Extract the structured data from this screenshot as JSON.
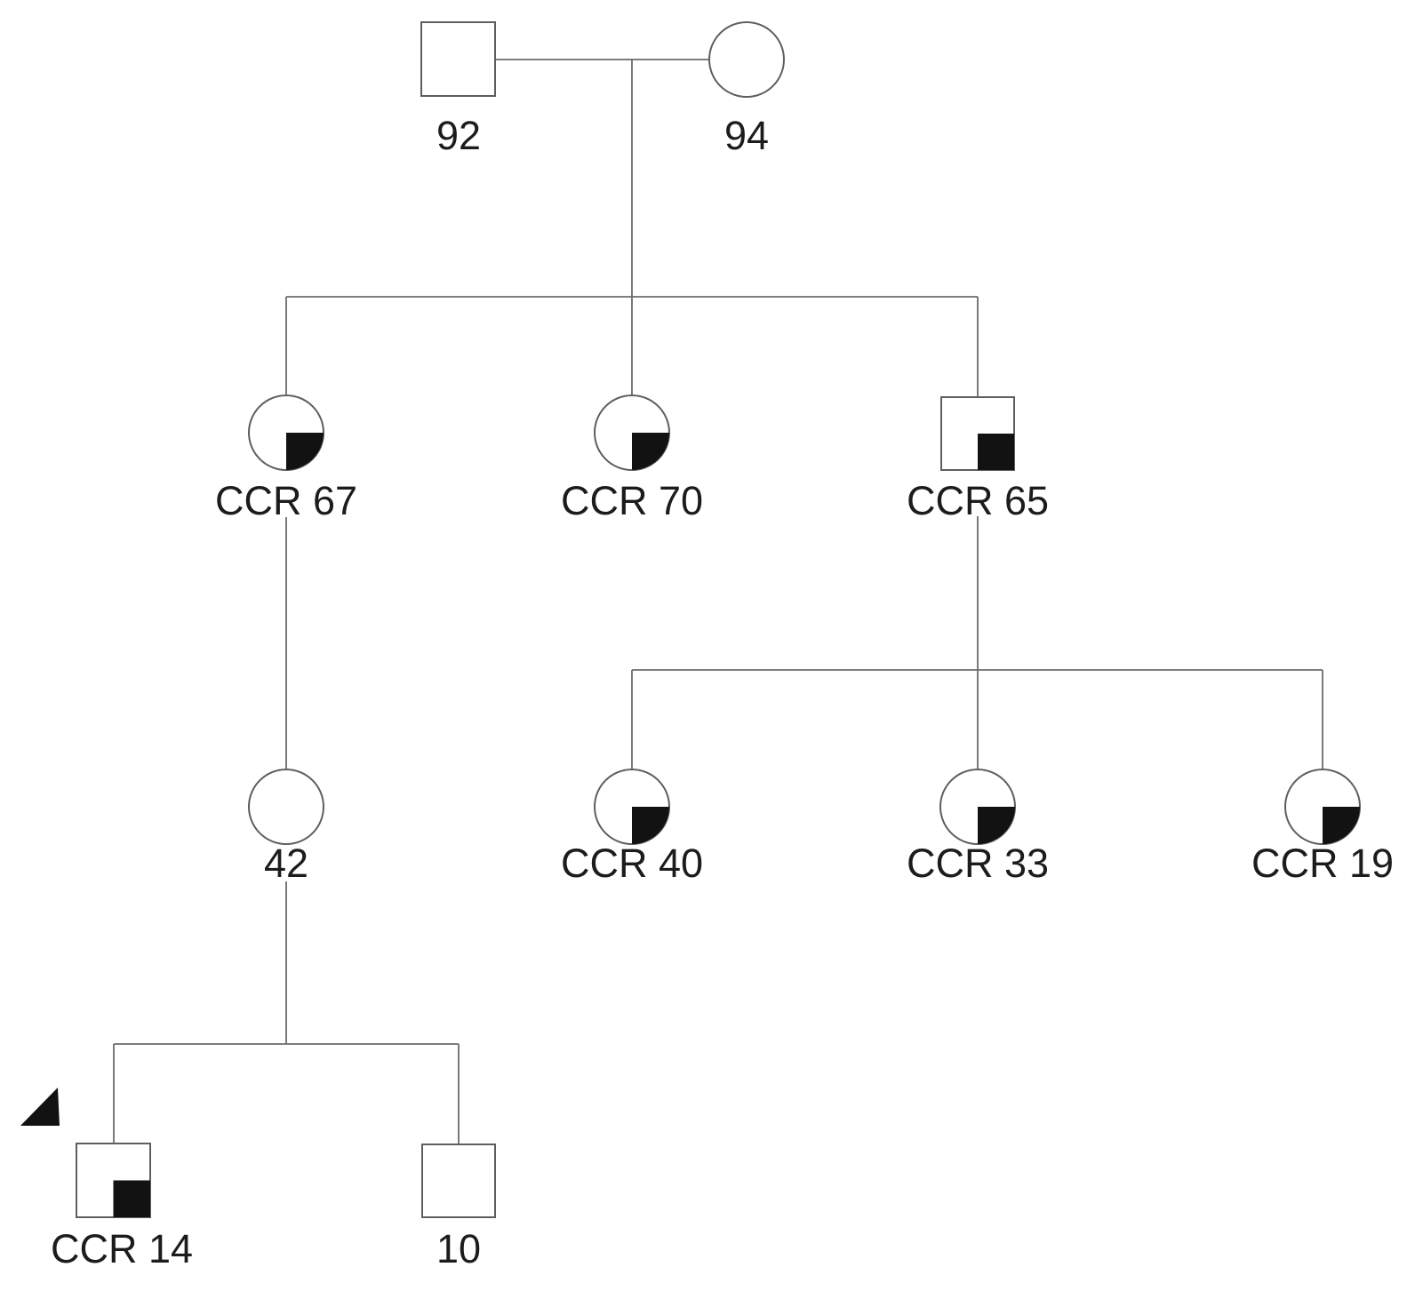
{
  "figure": {
    "kind": "pedigree-chart"
  },
  "colors": {
    "background": "#ffffff",
    "line": "#6b6b6b",
    "shape_outline": "#5e5e5e",
    "affected_fill": "#121212",
    "text": "#1c1c1c"
  },
  "pedigree": {
    "individuals": [
      {
        "id": "I-1",
        "generation": 1,
        "sex": "male",
        "label": "92",
        "quadrant_filled": false,
        "proband": false
      },
      {
        "id": "I-2",
        "generation": 1,
        "sex": "female",
        "label": "94",
        "quadrant_filled": false,
        "proband": false
      },
      {
        "id": "II-1",
        "generation": 2,
        "sex": "female",
        "label": "CCR 67",
        "quadrant_filled": true,
        "proband": false
      },
      {
        "id": "II-2",
        "generation": 2,
        "sex": "female",
        "label": "CCR 70",
        "quadrant_filled": true,
        "proband": false
      },
      {
        "id": "II-3",
        "generation": 2,
        "sex": "male",
        "label": "CCR 65",
        "quadrant_filled": true,
        "proband": false
      },
      {
        "id": "III-1",
        "generation": 3,
        "sex": "female",
        "label": "42",
        "quadrant_filled": false,
        "proband": false
      },
      {
        "id": "III-2",
        "generation": 3,
        "sex": "female",
        "label": "CCR 40",
        "quadrant_filled": true,
        "proband": false
      },
      {
        "id": "III-3",
        "generation": 3,
        "sex": "female",
        "label": "CCR 33",
        "quadrant_filled": true,
        "proband": false
      },
      {
        "id": "III-4",
        "generation": 3,
        "sex": "female",
        "label": "CCR 19",
        "quadrant_filled": true,
        "proband": false
      },
      {
        "id": "IV-1",
        "generation": 4,
        "sex": "male",
        "label": "CCR 14",
        "quadrant_filled": true,
        "proband": true
      },
      {
        "id": "IV-2",
        "generation": 4,
        "sex": "male",
        "label": "10",
        "quadrant_filled": false,
        "proband": false
      }
    ]
  }
}
